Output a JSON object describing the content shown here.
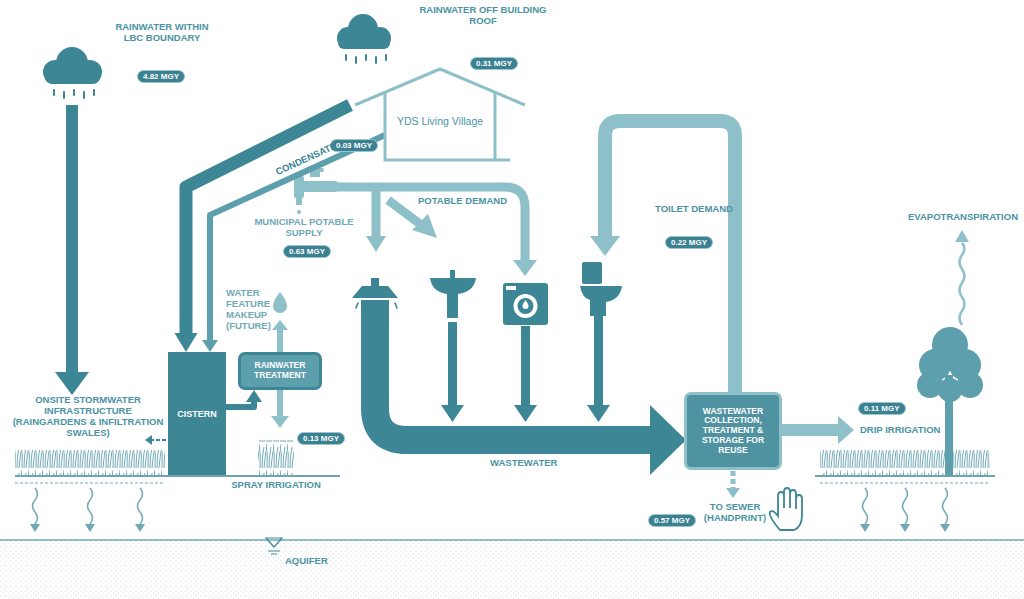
{
  "diagram": {
    "nodes": [
      {
        "text": [
          "YDS Living Village"
        ]
      },
      {
        "text": [
          "CISTERN"
        ]
      },
      {
        "text": [
          "RAINWATER TREATMENT"
        ]
      },
      {
        "text": [
          "WASTEWATER COLLECTION, TREATMENT & STORAGE FOR REUSE"
        ]
      }
    ],
    "edges": [
      {
        "from": 0,
        "to": 1,
        "arrow": "to"
      },
      {
        "from": 0,
        "to": 1,
        "label": "CONDENSATE",
        "arrow": "to"
      },
      {
        "from": 1,
        "to": 2,
        "arrow": "to"
      }
    ],
    "labels": [
      "RAINWATER WITHIN LBC BOUNDARY",
      "4.82 MGY",
      "RAINWATER OFF BUILDING ROOF",
      "0.31 MGY",
      "0.03 MGY",
      "MUNICIPAL POTABLE SUPPLY",
      "0.63 MGY",
      "POTABLE DEMAND",
      "TOILET DEMAND",
      "0.22 MGY",
      "WATER FEATURE MAKEUP (FUTURE)",
      "ONSITE STORMWATER INFRASTRUCTURE (RAINGARDENS & INFILTRATION SWALES)",
      "0.13 MGY",
      "SPRAY IRRIGATION",
      "WASTEWATER",
      "TO SEWER (HANDPRINT)",
      "0.57 MGY",
      "0.11 MGY",
      "DRIP IRRIGATION",
      "EVAPOTRANSPIRATION",
      "AQUIFER"
    ]
  }
}
